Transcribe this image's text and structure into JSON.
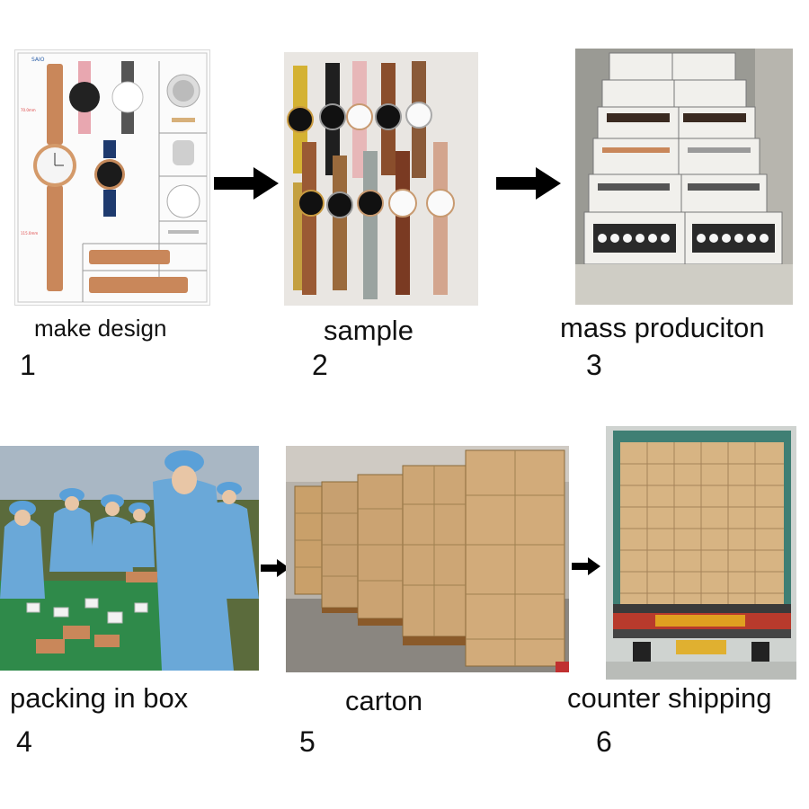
{
  "steps": [
    {
      "label": "make design",
      "number": "1"
    },
    {
      "label": "sample",
      "number": "2"
    },
    {
      "label": "mass produciton",
      "number": "3"
    },
    {
      "label": "packing in box",
      "number": "4"
    },
    {
      "label": "carton",
      "number": "5"
    },
    {
      "label": "counter shipping",
      "number": "6"
    }
  ],
  "images": [
    {
      "icon": "watch-design-sheet-icon"
    },
    {
      "icon": "watch-samples-icon"
    },
    {
      "icon": "watch-trays-icon"
    },
    {
      "icon": "workers-packing-icon"
    },
    {
      "icon": "carton-stack-icon"
    },
    {
      "icon": "container-truck-icon"
    }
  ],
  "colors": {
    "arrow": "#000000",
    "leather_tan": "#c9875a",
    "carton": "#c9a06a",
    "uniform_blue": "#6aa8d8",
    "container_teal": "#3f7f74",
    "truck_red": "#b83a2c"
  }
}
